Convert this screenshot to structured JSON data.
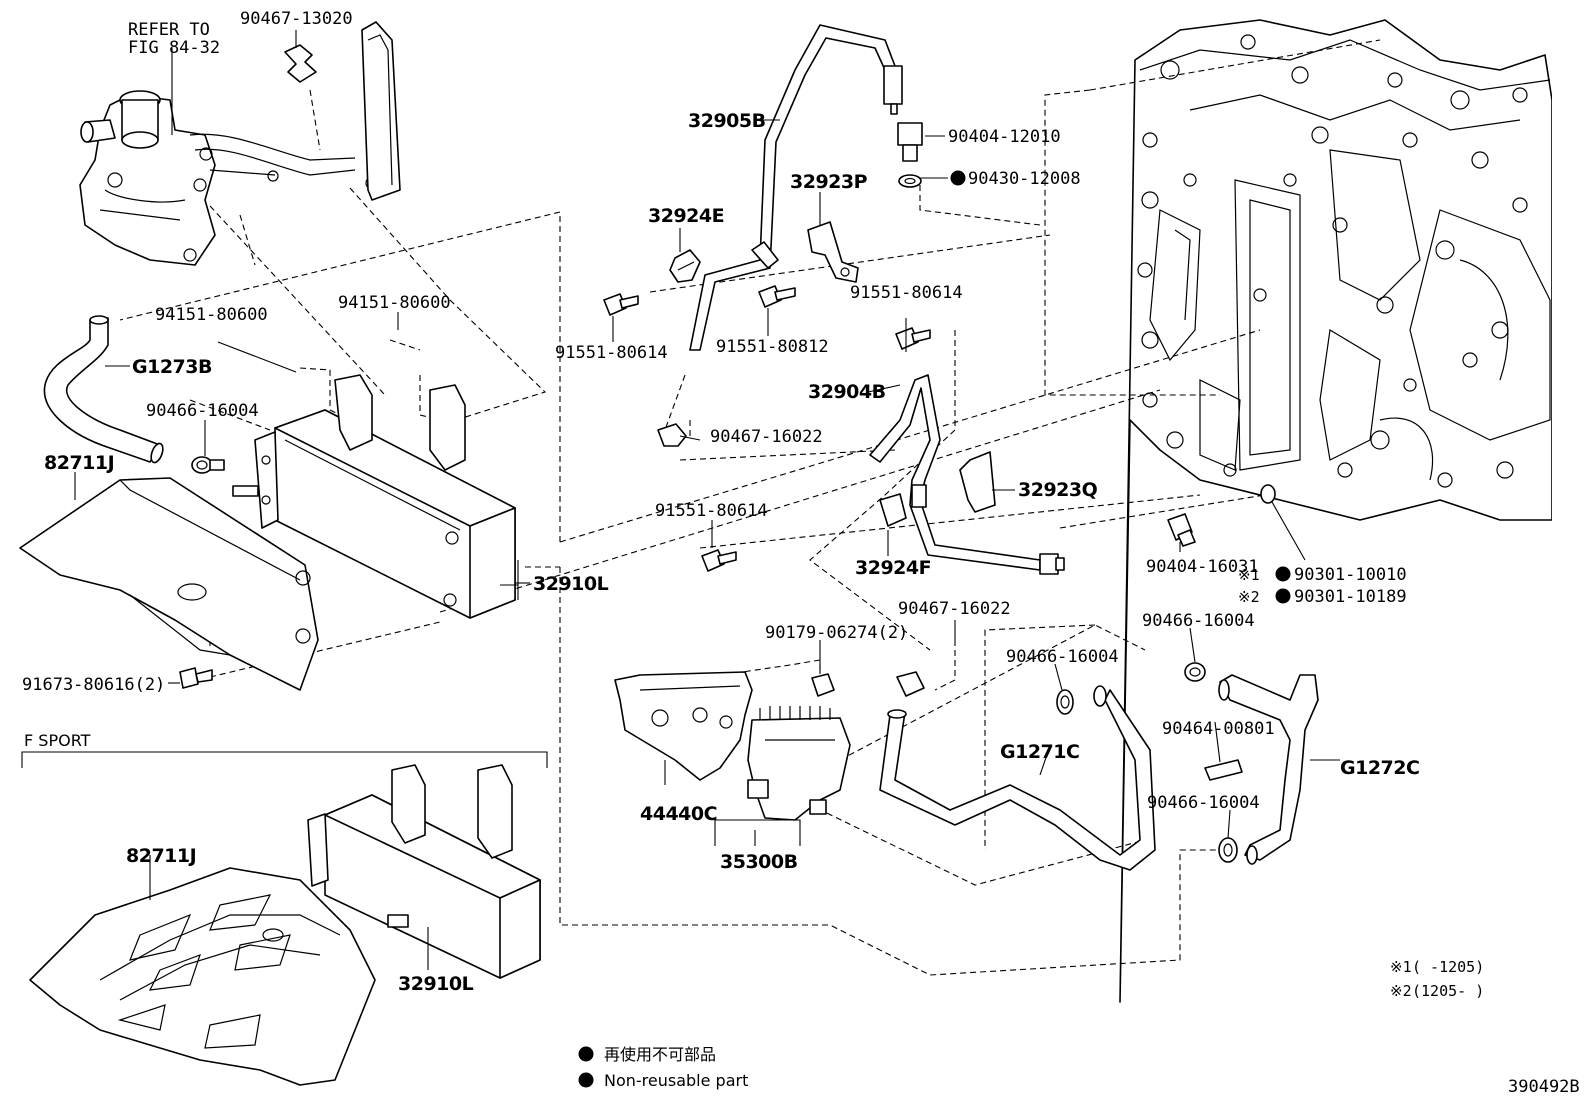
{
  "diagram_id": "390492B",
  "refer_note": [
    "REFER TO",
    "FIG 84-32"
  ],
  "fsport_label": "F SPORT",
  "labels": {
    "p_90467_13020": "90467-13020",
    "p_32905B": "32905B",
    "p_90404_12010": "90404-12010",
    "p_90430_12008": "90430-12008",
    "p_32923P": "32923P",
    "p_32924E": "32924E",
    "p_91551_80614_a": "91551-80614",
    "p_91551_80812": "91551-80812",
    "p_91551_80614_b": "91551-80614",
    "p_94151_80600_a": "94151-80600",
    "p_94151_80600_b": "94151-80600",
    "p_G1273B": "G1273B",
    "p_90466_16004_a": "90466-16004",
    "p_82711J_a": "82711J",
    "p_32904B": "32904B",
    "p_90467_16022_a": "90467-16022",
    "p_32923Q": "32923Q",
    "p_91551_80614_c": "91551-80614",
    "p_32924F": "32924F",
    "p_90404_16031": "90404-16031",
    "p_90301_10010": "90301-10010",
    "p_90301_10189": "90301-10189",
    "p_32910L_a": "32910L",
    "p_91673_80616": "91673-80616(2)",
    "p_90179_06274": "90179-06274(2)",
    "p_90467_16022_b": "90467-16022",
    "p_90466_16004_b": "90466-16004",
    "p_90466_16004_c": "90466-16004",
    "p_90464_00801": "90464-00801",
    "p_G1271C": "G1271C",
    "p_G1272C": "G1272C",
    "p_90466_16004_d": "90466-16004",
    "p_44440C": "44440C",
    "p_35300B": "35300B",
    "p_82711J_b": "82711J",
    "p_32910L_b": "32910L"
  },
  "marks": {
    "m1": "※1",
    "m2": "※2"
  },
  "notes": {
    "n1_mark": "※1",
    "n1_text": "(       -1205)",
    "n2_mark": "※2",
    "n2_text": "(1205-       )"
  },
  "legend": {
    "jp": "再使用不可部品",
    "en": "Non-reusable part"
  }
}
